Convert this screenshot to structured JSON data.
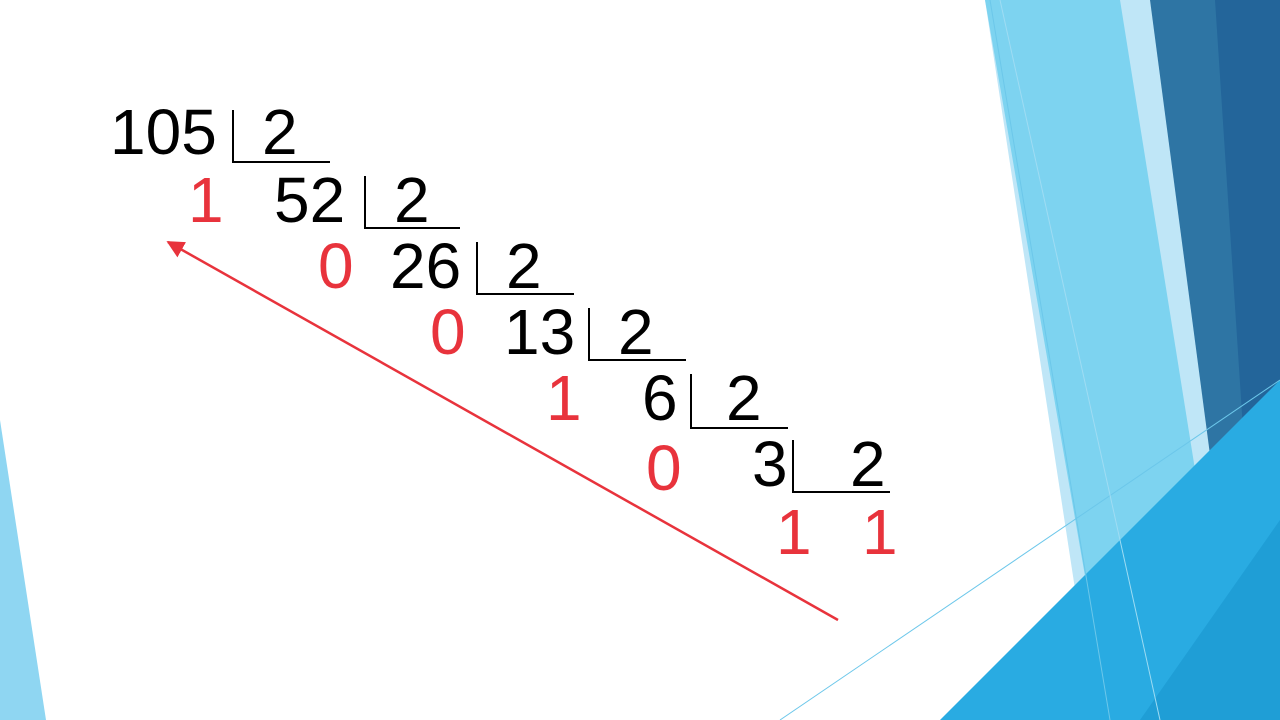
{
  "theme": {
    "ink": "#000000",
    "remainder_color": "#e8333c",
    "facet_light": "#bfe6f7",
    "facet_mid": "#7dd3f0",
    "facet_blue": "#29abe2",
    "facet_dark": "#2e75a4",
    "facet_navy": "#23659a"
  },
  "division": {
    "divisor": "2",
    "steps": [
      {
        "dividend": "105",
        "remainder": "1"
      },
      {
        "dividend": "52",
        "remainder": "0"
      },
      {
        "dividend": "26",
        "remainder": "0"
      },
      {
        "dividend": "13",
        "remainder": "1"
      },
      {
        "dividend": "6",
        "remainder": "0"
      },
      {
        "dividend": "3",
        "remainder": "1"
      }
    ],
    "final_quotient": "1"
  }
}
